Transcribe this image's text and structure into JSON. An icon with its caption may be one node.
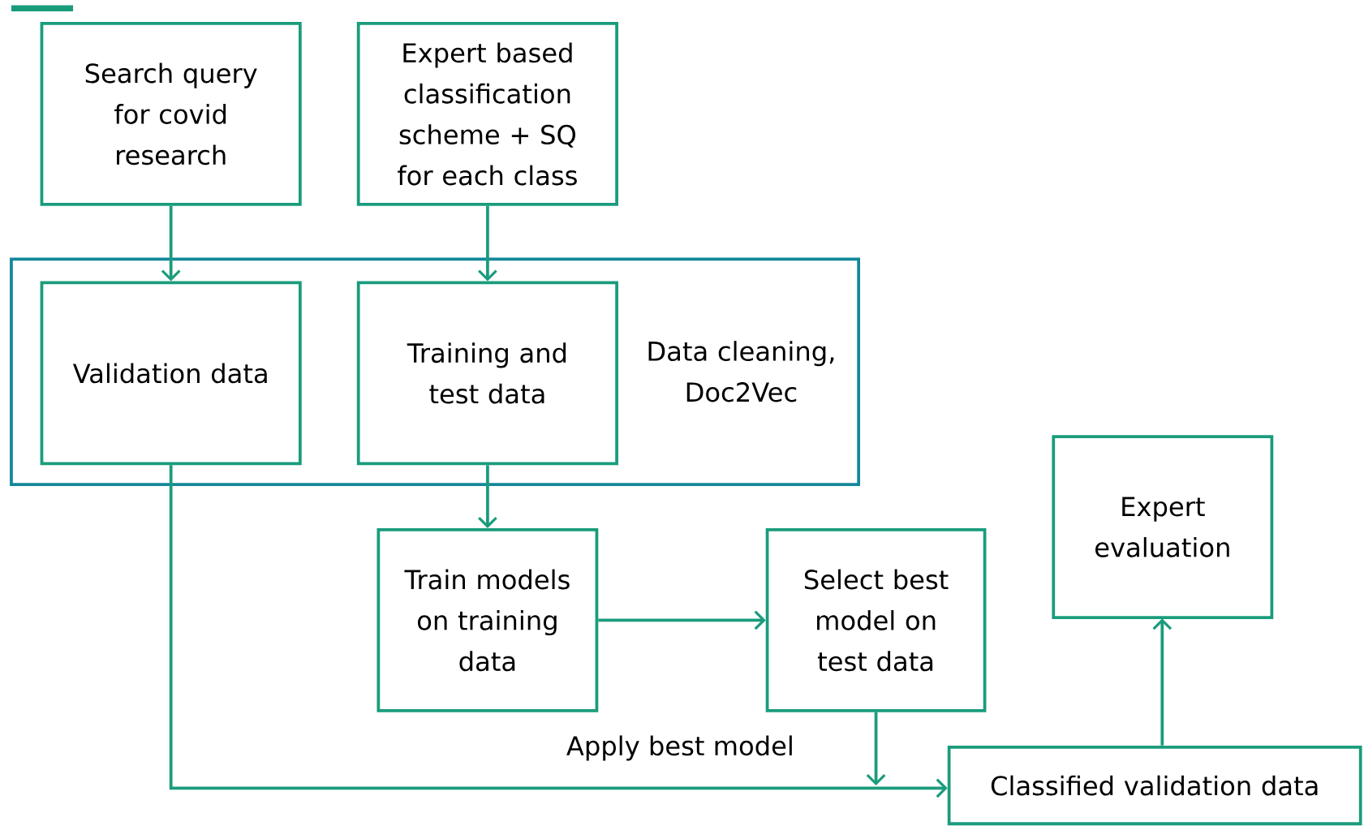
{
  "diagram": {
    "nodes": [
      {
        "text": [
          "Search query for covid research"
        ]
      },
      {
        "text": [
          "Expert based classification scheme + SQ for each class"
        ]
      },
      {
        "text": [
          "Data cleaning, Doc2Vec"
        ]
      },
      {
        "text": [
          "Validation data"
        ],
        "in": 2
      },
      {
        "text": [
          "Training and test data"
        ],
        "in": 2
      },
      {
        "text": [
          "Train models on training data"
        ]
      },
      {
        "text": [
          "Select best model on test data"
        ]
      },
      {
        "text": [
          "Expert evaluation"
        ]
      },
      {
        "text": [
          "Classified validation data"
        ]
      }
    ],
    "edges": [
      {
        "from": 0,
        "to": 3,
        "arrow": "to"
      },
      {
        "from": 1,
        "to": 4,
        "arrow": "to"
      },
      {
        "from": 4,
        "to": 5,
        "arrow": "to"
      },
      {
        "from": 5,
        "to": 6,
        "arrow": "to"
      },
      {
        "from": 3,
        "to": 8,
        "arrow": "to",
        "label": "Apply best model"
      },
      {
        "from": 6,
        "to": 8,
        "arrow": "to"
      },
      {
        "from": 8,
        "to": 7,
        "arrow": "to"
      }
    ]
  }
}
